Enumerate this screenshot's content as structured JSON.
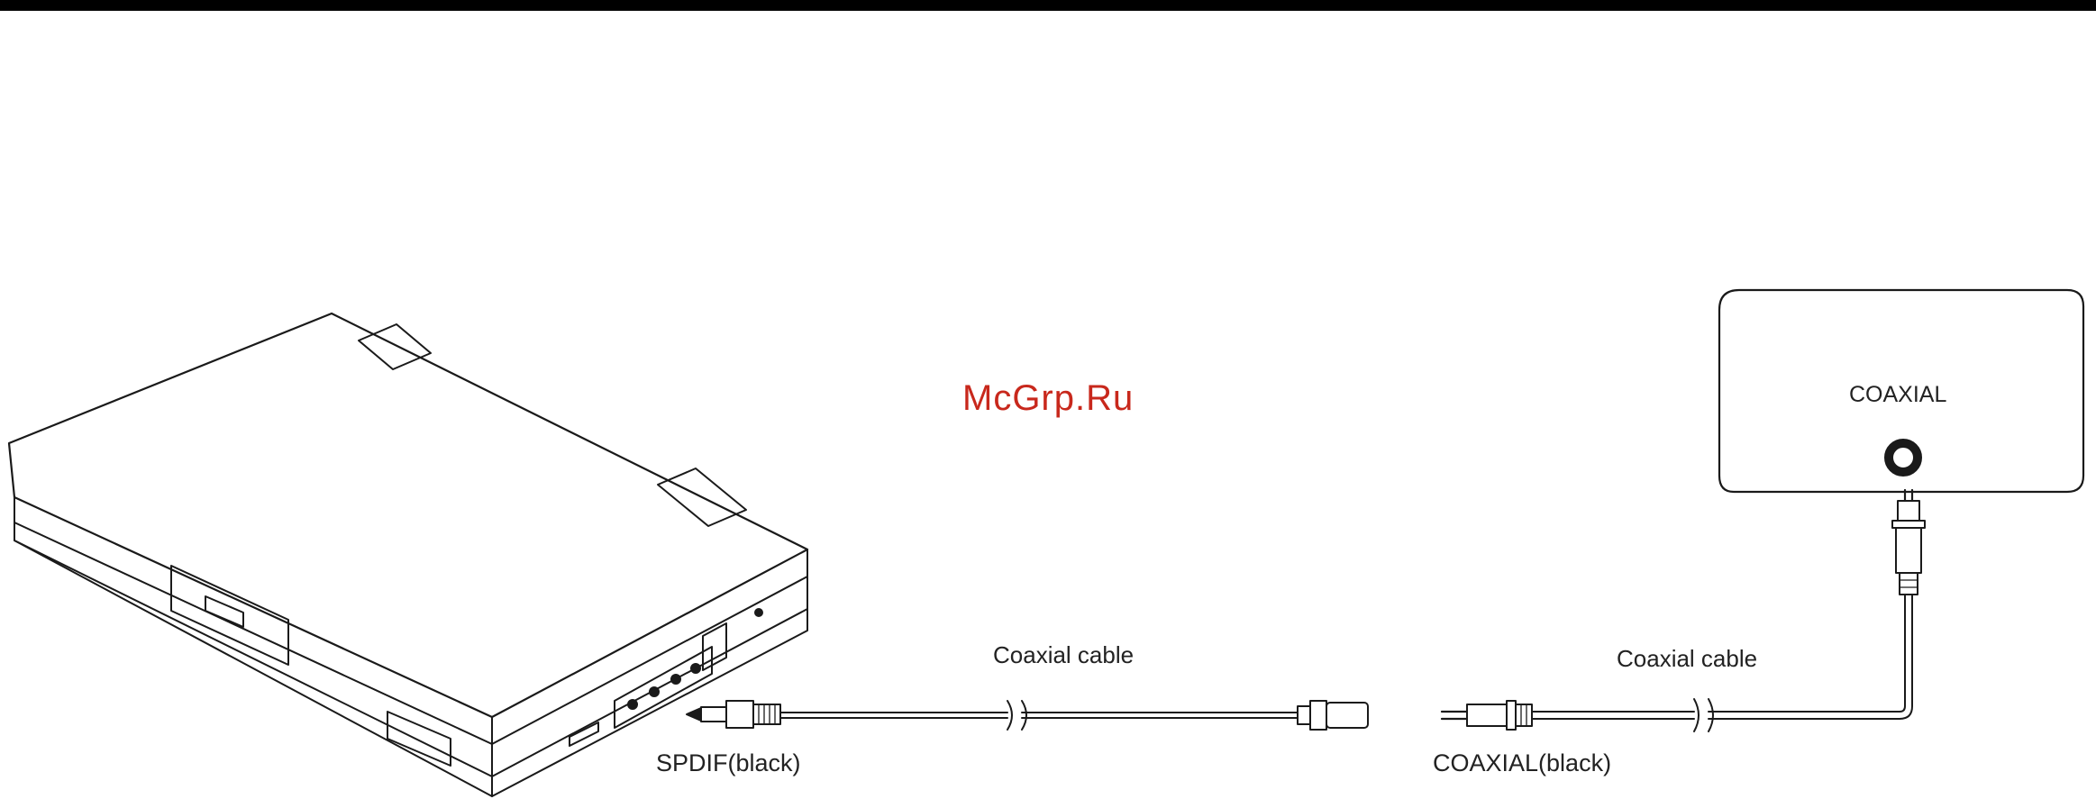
{
  "watermark": "McGrp.Ru",
  "cables": {
    "left_label": "Coaxial cable",
    "right_label": "Coaxial cable"
  },
  "connectors": {
    "left_plug_label": "SPDIF(black)",
    "right_plug_label": "COAXIAL(black)"
  },
  "receiver": {
    "jack_label": "COAXIAL"
  },
  "colors": {
    "line": "#1a1a1a",
    "watermark": "#c8281c"
  }
}
